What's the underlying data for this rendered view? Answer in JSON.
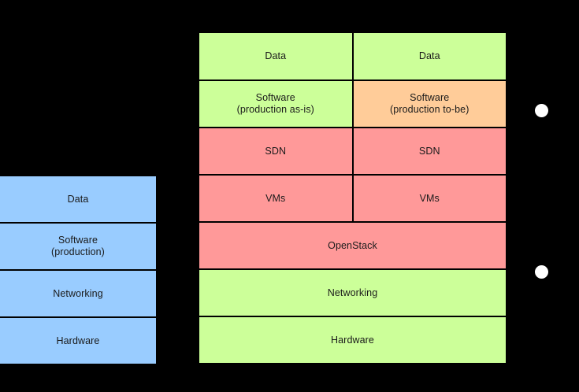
{
  "diagram": {
    "background_color": "#000000",
    "palette": {
      "blue": "#99ccff",
      "green": "#ccff99",
      "orange": "#ffcc99",
      "red": "#ff9999",
      "border": "#000000",
      "marker": "#ffffff",
      "text": "#1a1a1a"
    },
    "left_stack": {
      "name": "current-state-stack",
      "layers": [
        {
          "label": "Data",
          "fill": "blue"
        },
        {
          "label": "Software\n(production)",
          "fill": "blue"
        },
        {
          "label": "Networking",
          "fill": "blue"
        },
        {
          "label": "Hardware",
          "fill": "blue"
        }
      ]
    },
    "right_stack": {
      "name": "target-state-stack",
      "rows": [
        {
          "type": "split",
          "cells": [
            {
              "label": "Data",
              "fill": "green"
            },
            {
              "label": "Data",
              "fill": "green"
            }
          ]
        },
        {
          "type": "split",
          "cells": [
            {
              "label": "Software\n(production as-is)",
              "fill": "green"
            },
            {
              "label": "Software\n(production to-be)",
              "fill": "orange"
            }
          ]
        },
        {
          "type": "split",
          "cells": [
            {
              "label": "SDN",
              "fill": "red"
            },
            {
              "label": "SDN",
              "fill": "red"
            }
          ]
        },
        {
          "type": "split",
          "cells": [
            {
              "label": "VMs",
              "fill": "red"
            },
            {
              "label": "VMs",
              "fill": "red"
            }
          ]
        },
        {
          "type": "full",
          "cells": [
            {
              "label": "OpenStack",
              "fill": "red"
            }
          ]
        },
        {
          "type": "full",
          "cells": [
            {
              "label": "Networking",
              "fill": "green"
            }
          ]
        },
        {
          "type": "full",
          "cells": [
            {
              "label": "Hardware",
              "fill": "green"
            }
          ]
        }
      ]
    },
    "markers": [
      {
        "name": "marker-dot-upper",
        "fill": "#ffffff"
      },
      {
        "name": "marker-dot-lower",
        "fill": "#ffffff"
      }
    ]
  }
}
